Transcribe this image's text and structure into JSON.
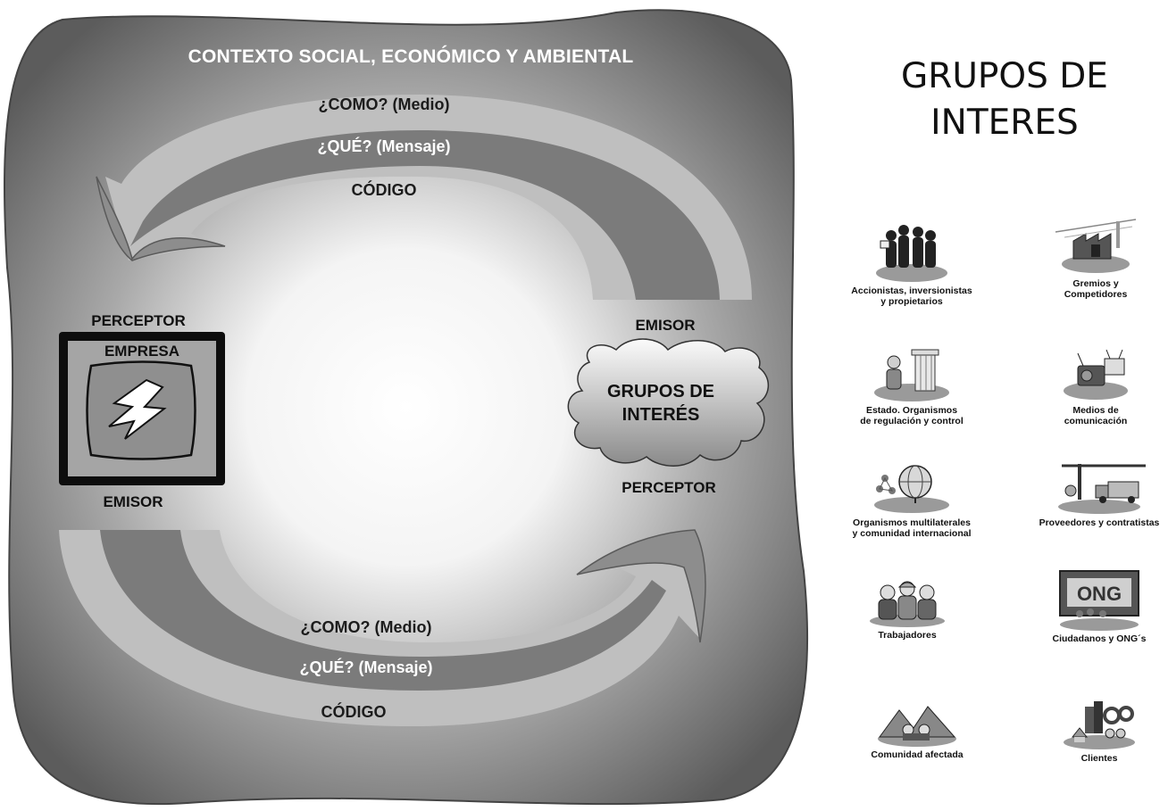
{
  "diagram": {
    "context_title": "CONTEXTO SOCIAL, ECONÓMICO Y AMBIENTAL",
    "top_arrow": {
      "how": "¿COMO? (Medio)",
      "what": "¿QUÉ? (Mensaje)",
      "code": "CÓDIGO"
    },
    "bottom_arrow": {
      "how": "¿COMO? (Medio)",
      "what": "¿QUÉ? (Mensaje)",
      "code": "CÓDIGO"
    },
    "left_node": {
      "top_label": "PERCEPTOR",
      "name": "EMPRESA",
      "bottom_label": "EMISOR",
      "icon": "lightning-icon"
    },
    "right_node": {
      "top_label": "EMISOR",
      "name": "GRUPOS DE INTERÉS",
      "bottom_label": "PERCEPTOR",
      "icon": "cloud-icon"
    }
  },
  "stakeholders": {
    "title": "GRUPOS DE INTERES",
    "groups": [
      {
        "label": "Accionistas, inversionistas\ny propietarios",
        "icon": "people-crowd-icon"
      },
      {
        "label": "Gremios y\nCompetidores",
        "icon": "industry-icon"
      },
      {
        "label": "Estado. Organismos\nde regulación y control",
        "icon": "government-column-icon"
      },
      {
        "label": "Medios de\ncomunicación",
        "icon": "tv-radio-icon"
      },
      {
        "label": "Organismos multilaterales\ny comunidad internacional",
        "icon": "globe-icon"
      },
      {
        "label": "Proveedores y contratistas",
        "icon": "truck-crane-icon"
      },
      {
        "label": "Trabajadores",
        "icon": "workers-icon"
      },
      {
        "label": "Ciudadanos y ONG´s",
        "icon": "ong-sign-icon"
      },
      {
        "label": "Comunidad  afectada",
        "icon": "community-icon"
      },
      {
        "label": "Clientes",
        "icon": "clients-icon"
      }
    ]
  }
}
